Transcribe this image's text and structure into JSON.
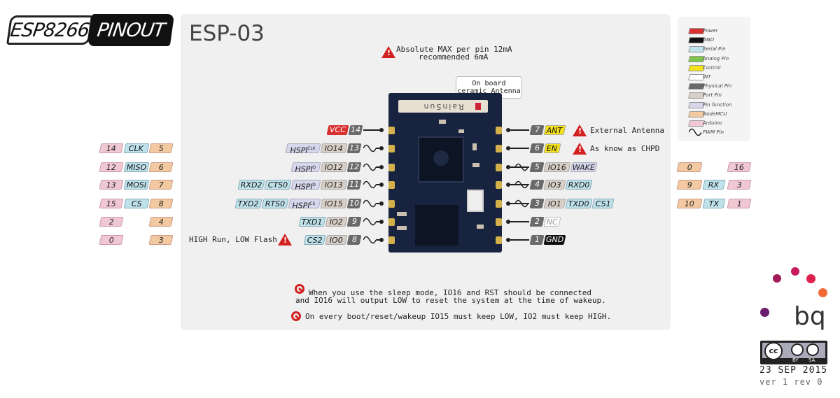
{
  "logo": {
    "left": "ESP8266",
    "right": "PINOUT"
  },
  "title": "ESP-03",
  "max_note": {
    "line1": "Absolute MAX per pin 12mA",
    "line2": "recommended 6mA"
  },
  "antenna_note": {
    "line1": "On board",
    "line2": "ceramic Antenna"
  },
  "chip_label": "RainSun",
  "left_pins": [
    {
      "num": "14",
      "tags": [
        {
          "text": "VCC",
          "cls": "power"
        }
      ]
    },
    {
      "num": "13",
      "tags": [
        {
          "text": "HSPI",
          "sup": "CLK",
          "cls": "pinf"
        },
        {
          "text": "IO14",
          "cls": "port"
        }
      ]
    },
    {
      "num": "12",
      "tags": [
        {
          "text": "HSPI",
          "sup": "Q",
          "cls": "pinf"
        },
        {
          "text": "IO12",
          "cls": "port"
        }
      ]
    },
    {
      "num": "11",
      "tags": [
        {
          "text": "RXD2",
          "cls": "serial"
        },
        {
          "text": "CTS0",
          "cls": "serial"
        },
        {
          "text": "HSPI",
          "sup": "D",
          "cls": "pinf"
        },
        {
          "text": "IO13",
          "cls": "port"
        }
      ]
    },
    {
      "num": "10",
      "tags": [
        {
          "text": "TXD2",
          "cls": "serial"
        },
        {
          "text": "RTS0",
          "cls": "serial"
        },
        {
          "text": "HSPI",
          "sup": "CS",
          "cls": "pinf"
        },
        {
          "text": "IO15",
          "cls": "port"
        }
      ]
    },
    {
      "num": "9",
      "tags": [
        {
          "text": "TXD1",
          "cls": "serial"
        },
        {
          "text": "IO2",
          "cls": "port"
        }
      ]
    },
    {
      "num": "8",
      "tags": [
        {
          "text": "CS2",
          "cls": "serial"
        },
        {
          "text": "IO0",
          "cls": "port"
        }
      ]
    }
  ],
  "right_pins": [
    {
      "num": "7",
      "tags": [
        {
          "text": "ANT",
          "cls": "control"
        }
      ]
    },
    {
      "num": "6",
      "tags": [
        {
          "text": "EN",
          "cls": "control"
        }
      ]
    },
    {
      "num": "5",
      "tags": [
        {
          "text": "IO16",
          "cls": "port"
        },
        {
          "text": "WAKE",
          "cls": "pinf"
        }
      ]
    },
    {
      "num": "4",
      "tags": [
        {
          "text": "IO3",
          "cls": "port"
        },
        {
          "text": "RXD0",
          "cls": "serial"
        }
      ]
    },
    {
      "num": "3",
      "tags": [
        {
          "text": "IO1",
          "cls": "port"
        },
        {
          "text": "TXD0",
          "cls": "serial"
        },
        {
          "text": "CS1",
          "cls": "serial"
        }
      ]
    },
    {
      "num": "2",
      "tags": [
        {
          "text": "NC",
          "cls": "int"
        }
      ]
    },
    {
      "num": "1",
      "tags": [
        {
          "text": "GND",
          "cls": "gnd"
        }
      ]
    }
  ],
  "right_notes": {
    "ant": "External Antenna",
    "en": "As know as CHPD"
  },
  "left_note": "HIGH Run, LOW Flash",
  "left_mapping": [
    {
      "arduino": "14",
      "func": "CLK",
      "node": "5"
    },
    {
      "arduino": "12",
      "func": "MISO",
      "node": "6"
    },
    {
      "arduino": "13",
      "func": "MOSI",
      "node": "7"
    },
    {
      "arduino": "15",
      "func": "CS",
      "node": "8"
    },
    {
      "arduino": "2",
      "func": "",
      "node": "4"
    },
    {
      "arduino": "0",
      "func": "",
      "node": "3"
    }
  ],
  "right_mapping": [
    {
      "node": "0",
      "func": "",
      "arduino": "16"
    },
    {
      "node": "9",
      "func": "RX",
      "arduino": "3"
    },
    {
      "node": "10",
      "func": "TX",
      "arduino": "1"
    }
  ],
  "bottom_notes": {
    "sleep_line1": "When you use the sleep mode, IO16 and RST should be connected",
    "sleep_line2": "and IO16 will output LOW to reset the system at the time of wakeup.",
    "boot": "On every boot/reset/wakeup IO15 must keep LOW, IO2 must keep HIGH."
  },
  "legend": [
    {
      "label": "Power",
      "color": "#d93030"
    },
    {
      "label": "GND",
      "color": "#111111"
    },
    {
      "label": "Serial Pin",
      "color": "#bfe2ea"
    },
    {
      "label": "Analog Pin",
      "color": "#7cc44a"
    },
    {
      "label": "Control",
      "color": "#f5e21a"
    },
    {
      "label": "INT",
      "color": "#ffffff"
    },
    {
      "label": "Physical Pin",
      "color": "#6a6a6a"
    },
    {
      "label": "Port Pin",
      "color": "#d8cfc6"
    },
    {
      "label": "Pin function",
      "color": "#d6d6ec"
    },
    {
      "label": "NodeMCU",
      "color": "#f2c9a0"
    },
    {
      "label": "Arduino",
      "color": "#f0c8d4"
    },
    {
      "label": "PWM Pin",
      "color": ""
    }
  ],
  "brand": "bq",
  "license": {
    "by": "BY",
    "sa": "SA"
  },
  "date": "23 SEP 2015",
  "version": "ver 1 rev 0"
}
